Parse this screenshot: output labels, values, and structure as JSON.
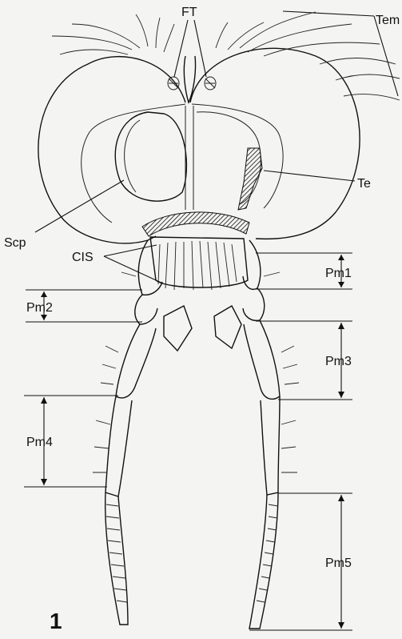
{
  "figure": {
    "number": "1",
    "labels": {
      "ft": "FT",
      "tem": "Tem",
      "te": "Te",
      "scp": "Scp",
      "cis": "CIS",
      "pm1": "Pm1",
      "pm2": "Pm2",
      "pm3": "Pm3",
      "pm4": "Pm4",
      "pm5": "Pm5"
    }
  }
}
